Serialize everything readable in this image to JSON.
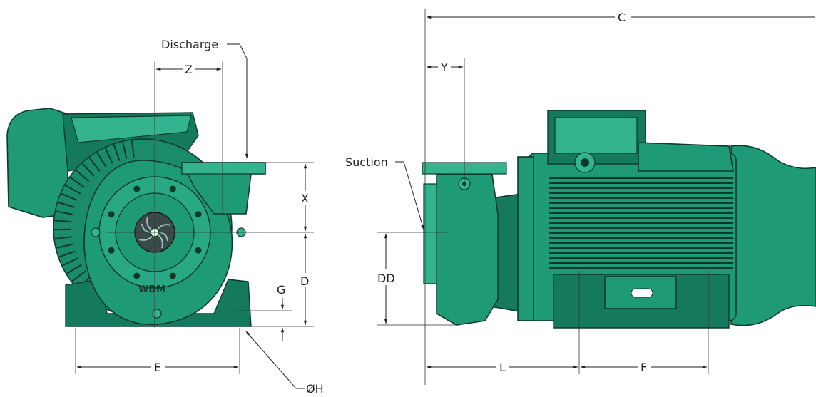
{
  "labels": {
    "discharge": "Discharge",
    "suction": "Suction",
    "z": "Z",
    "y": "Y",
    "c": "C",
    "x": "X",
    "d": "D",
    "g": "G",
    "e": "E",
    "oh": "ØH",
    "dd": "DD",
    "l": "L",
    "f": "F",
    "logo": "WDM"
  },
  "colors": {
    "pump_body": "#1f9a77",
    "pump_dark": "#157a5d",
    "pump_light": "#33b48f",
    "outline": "#0b3a2c",
    "dimension_lines": "#222222",
    "impeller": "#3a4a4a"
  }
}
